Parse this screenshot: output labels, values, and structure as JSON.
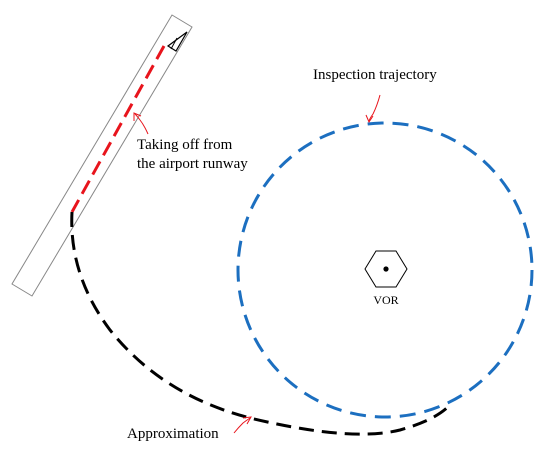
{
  "labels": {
    "inspection_trajectory": "Inspection trajectory",
    "takeoff_line1": "Taking off from",
    "takeoff_line2": "the airport runway",
    "vor": "VOR",
    "approximation": "Approximation"
  },
  "colors": {
    "runway_outline": "#888888",
    "takeoff_path": "#e8141c",
    "approximation_path": "#000000",
    "inspection_circle": "#1c6fc0",
    "annotation_arrow": "#e8141c",
    "text": "#000000"
  },
  "icons": {
    "aircraft": "aircraft-icon",
    "vor_station": "hexagon-beacon-icon"
  }
}
